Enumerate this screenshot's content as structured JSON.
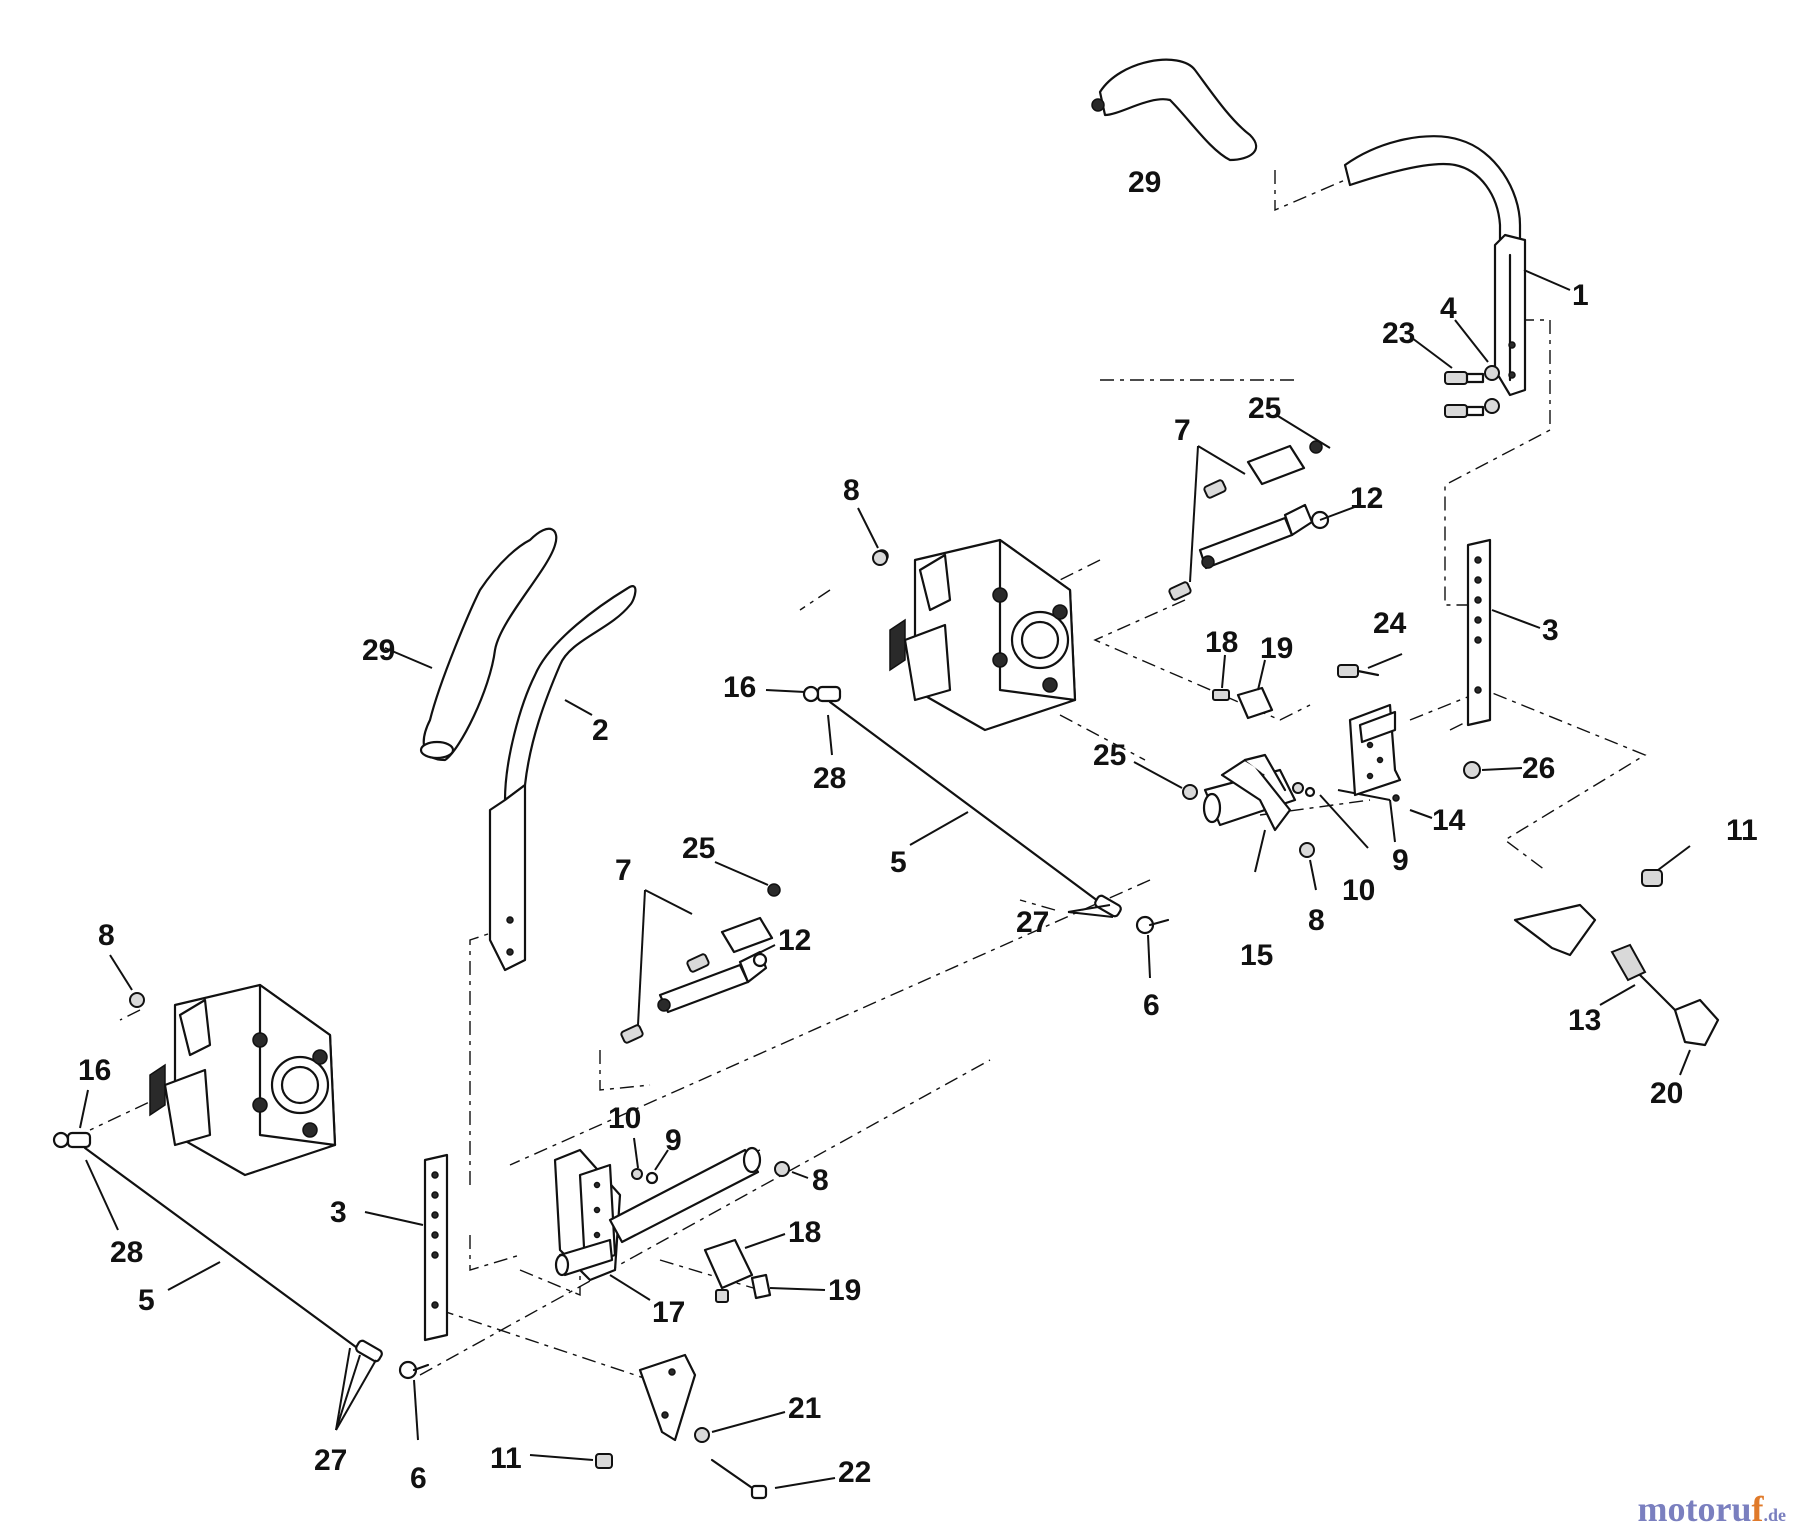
{
  "brand": {
    "name_main": "motoru",
    "name_accent": "f",
    "name_tld": ".de",
    "color_main": "#7a7fbf",
    "color_accent": "#e07a2a"
  },
  "callouts": {
    "c1": "1",
    "c2": "2",
    "c3a": "3",
    "c3b": "3",
    "c4": "4",
    "c5a": "5",
    "c5b": "5",
    "c6a": "6",
    "c6b": "6",
    "c7a": "7",
    "c7b": "7",
    "c8a": "8",
    "c8b": "8",
    "c8c": "8",
    "c8d": "8",
    "c9a": "9",
    "c9b": "9",
    "c10a": "10",
    "c10b": "10",
    "c11a": "11",
    "c11b": "11",
    "c12a": "12",
    "c12b": "12",
    "c13": "13",
    "c14": "14",
    "c15": "15",
    "c16a": "16",
    "c16b": "16",
    "c17": "17",
    "c18a": "18",
    "c18b": "18",
    "c19a": "19",
    "c19b": "19",
    "c20": "20",
    "c21": "21",
    "c22": "22",
    "c23": "23",
    "c24": "24",
    "c25a": "25",
    "c25b": "25",
    "c25c": "25",
    "c26": "26",
    "c27a": "27",
    "c27b": "27",
    "c28a": "28",
    "c28b": "28",
    "c29a": "29",
    "c29b": "29"
  }
}
